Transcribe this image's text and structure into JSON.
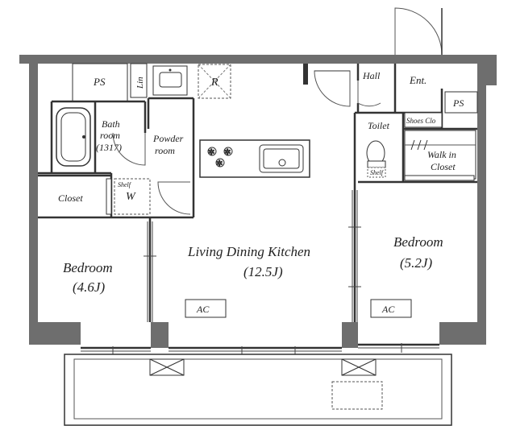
{
  "rooms": {
    "ps_top": "PS",
    "lin": "Lin",
    "refrigerator": "R",
    "hall": "Hall",
    "entrance": "Ent.",
    "ps_right": "PS",
    "bath_line1": "Bath",
    "bath_line2": "room",
    "bath_line3": "(1317)",
    "powder_line1": "Powder",
    "powder_line2": "room",
    "toilet": "Toilet",
    "shoes_closet": "Shoes Clo",
    "walk_in_line1": "Walk in",
    "walk_in_line2": "Closet",
    "shelf_toilet": "Shelf",
    "closet": "Closet",
    "shelf_laundry": "Shelf",
    "washer": "W",
    "ldk_name": "Living Dining Kitchen",
    "ldk_size": "(12.5J)",
    "bedroom_left_name": "Bedroom",
    "bedroom_left_size": "(4.6J)",
    "bedroom_right_name": "Bedroom",
    "bedroom_right_size": "(5.2J)",
    "ac_left": "AC",
    "ac_right": "AC"
  }
}
